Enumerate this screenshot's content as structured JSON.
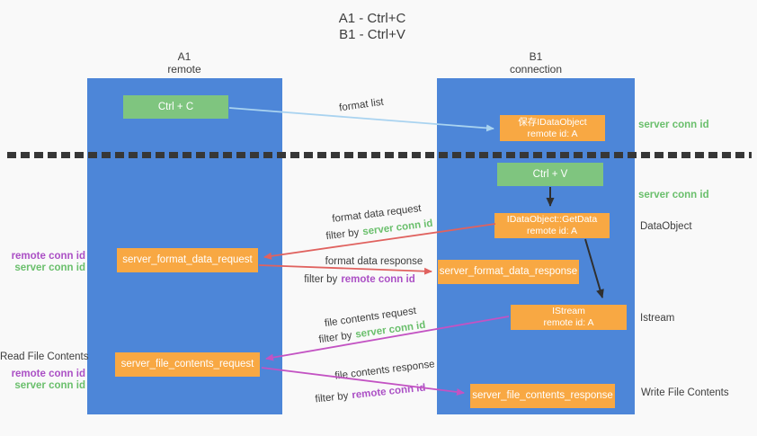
{
  "title": {
    "line1": "A1 - Ctrl+C",
    "line2": "B1 - Ctrl+V"
  },
  "lanes": {
    "left": {
      "name": "A1",
      "role": "remote"
    },
    "right": {
      "name": "B1",
      "role": "connection"
    }
  },
  "nodes": {
    "ctrl_c": "Ctrl + C",
    "ctrl_v": "Ctrl + V",
    "save_idataobject": {
      "title": "保存IDataObject",
      "subtitle": "remote id: A"
    },
    "idataobject_getdata": {
      "title": "IDataObject::GetData",
      "subtitle": "remote id: A"
    },
    "istream": {
      "title": "IStream",
      "subtitle": "remote id: A"
    },
    "server_format_data_request": "server_format_data_request",
    "server_format_data_response": "server_format_data_response",
    "server_file_contents_request": "server_file_contents_request",
    "server_file_contents_response": "server_file_contents_response"
  },
  "messages": {
    "format_list": "format list",
    "format_data_request": "format data request",
    "format_data_response": "format data response",
    "file_contents_request": "file contents request",
    "file_contents_response": "file contents response",
    "filter_by": "filter by"
  },
  "annotations": {
    "server_conn_id": "server conn id",
    "remote_conn_id": "remote conn id",
    "dataobject": "DataObject",
    "istream": "Istream",
    "read_file_contents": "Read File Contents",
    "write_file_contents": "Write File Contents"
  },
  "colors": {
    "lane_blue": "#4d86d8",
    "node_green": "#7fc57f",
    "node_orange": "#f8a843",
    "arrow_red": "#e0625f",
    "arrow_magenta": "#c353c3",
    "arrow_light_blue": "#a9d3f0",
    "arrow_black": "#2f2f2f",
    "text_green": "#6abf6c",
    "text_purple": "#ab50c5",
    "text_dark": "#3d3d3d",
    "background": "#f9f9f9"
  }
}
